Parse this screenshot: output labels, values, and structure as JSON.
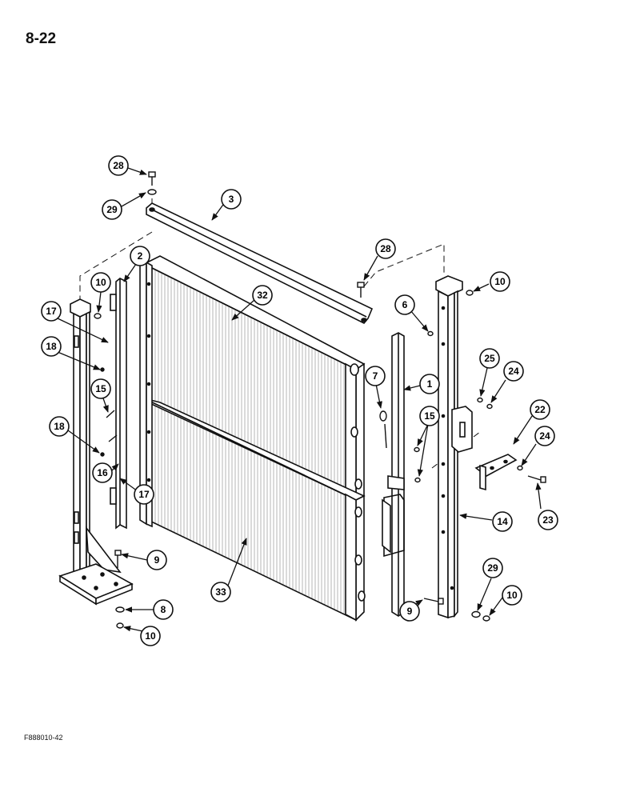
{
  "page_number": "8-22",
  "figure_code": "F888010-42",
  "callouts": {
    "c28a": "28",
    "c29a": "29",
    "c3": "3",
    "c2": "2",
    "c28b": "28",
    "c10a": "10",
    "c10b": "10",
    "c32": "32",
    "c17a": "17",
    "c6": "6",
    "c18a": "18",
    "c7": "7",
    "c1": "1",
    "c25": "25",
    "c24a": "24",
    "c15a": "15",
    "c15b": "15",
    "c22": "22",
    "c18b": "18",
    "c24b": "24",
    "c16": "16",
    "c17b": "17",
    "c14": "14",
    "c23": "23",
    "c9a": "9",
    "c29b": "29",
    "c33": "33",
    "c8": "8",
    "c9b": "9",
    "c10c": "10",
    "c10d": "10"
  }
}
